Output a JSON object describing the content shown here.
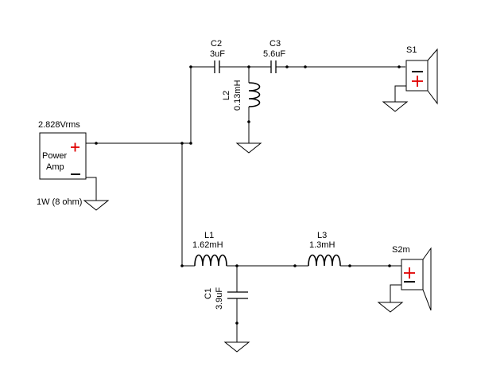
{
  "colors": {
    "wire": "#000000",
    "positive_terminal": "#e00000",
    "background": "#ffffff"
  },
  "source": {
    "voltage": "2.828Vrms",
    "name_line1": "Power",
    "name_line2": "Amp",
    "power_rating": "1W (8 ohm)"
  },
  "components": {
    "c2": {
      "ref": "C2",
      "value": "3uF"
    },
    "c3": {
      "ref": "C3",
      "value": "5.6uF"
    },
    "l2": {
      "ref": "L2",
      "value": "0.13mH"
    },
    "l1": {
      "ref": "L1",
      "value": "1.62mH"
    },
    "l3": {
      "ref": "L3",
      "value": "1.3mH"
    },
    "c1": {
      "ref": "C1",
      "value": "3.9uF"
    }
  },
  "speakers": {
    "s1": {
      "ref": "S1"
    },
    "s2": {
      "ref": "S2m"
    }
  }
}
